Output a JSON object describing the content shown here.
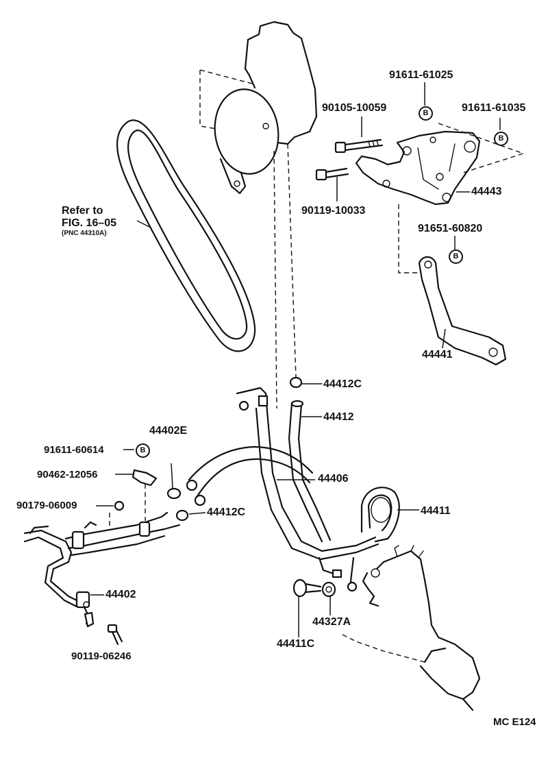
{
  "labels": {
    "p91611_61025": "91611-61025",
    "p91611_61035": "91611-61035",
    "p90105_10059": "90105-10059",
    "p90119_10033": "90119-10033",
    "p44443": "44443",
    "p91651_60820": "91651-60820",
    "p44441": "44441",
    "refer_line1": "Refer to",
    "refer_line2": "FIG. 16–05",
    "refer_line3": "(PNC 44310A)",
    "p44412C_top": "44412C",
    "p44412": "44412",
    "p44402E": "44402E",
    "p91611_60614": "91611-60614",
    "p90462_12056": "90462-12056",
    "p44406": "44406",
    "p90179_06009": "90179-06009",
    "p44412C_mid": "44412C",
    "p44411": "44411",
    "p44402": "44402",
    "p44327A": "44327A",
    "p44411C": "44411C",
    "p90119_06246": "90119-06246",
    "figure_code": "MC E124"
  },
  "badge_letter": "B",
  "colors": {
    "ink": "#111111",
    "paper": "#ffffff"
  }
}
